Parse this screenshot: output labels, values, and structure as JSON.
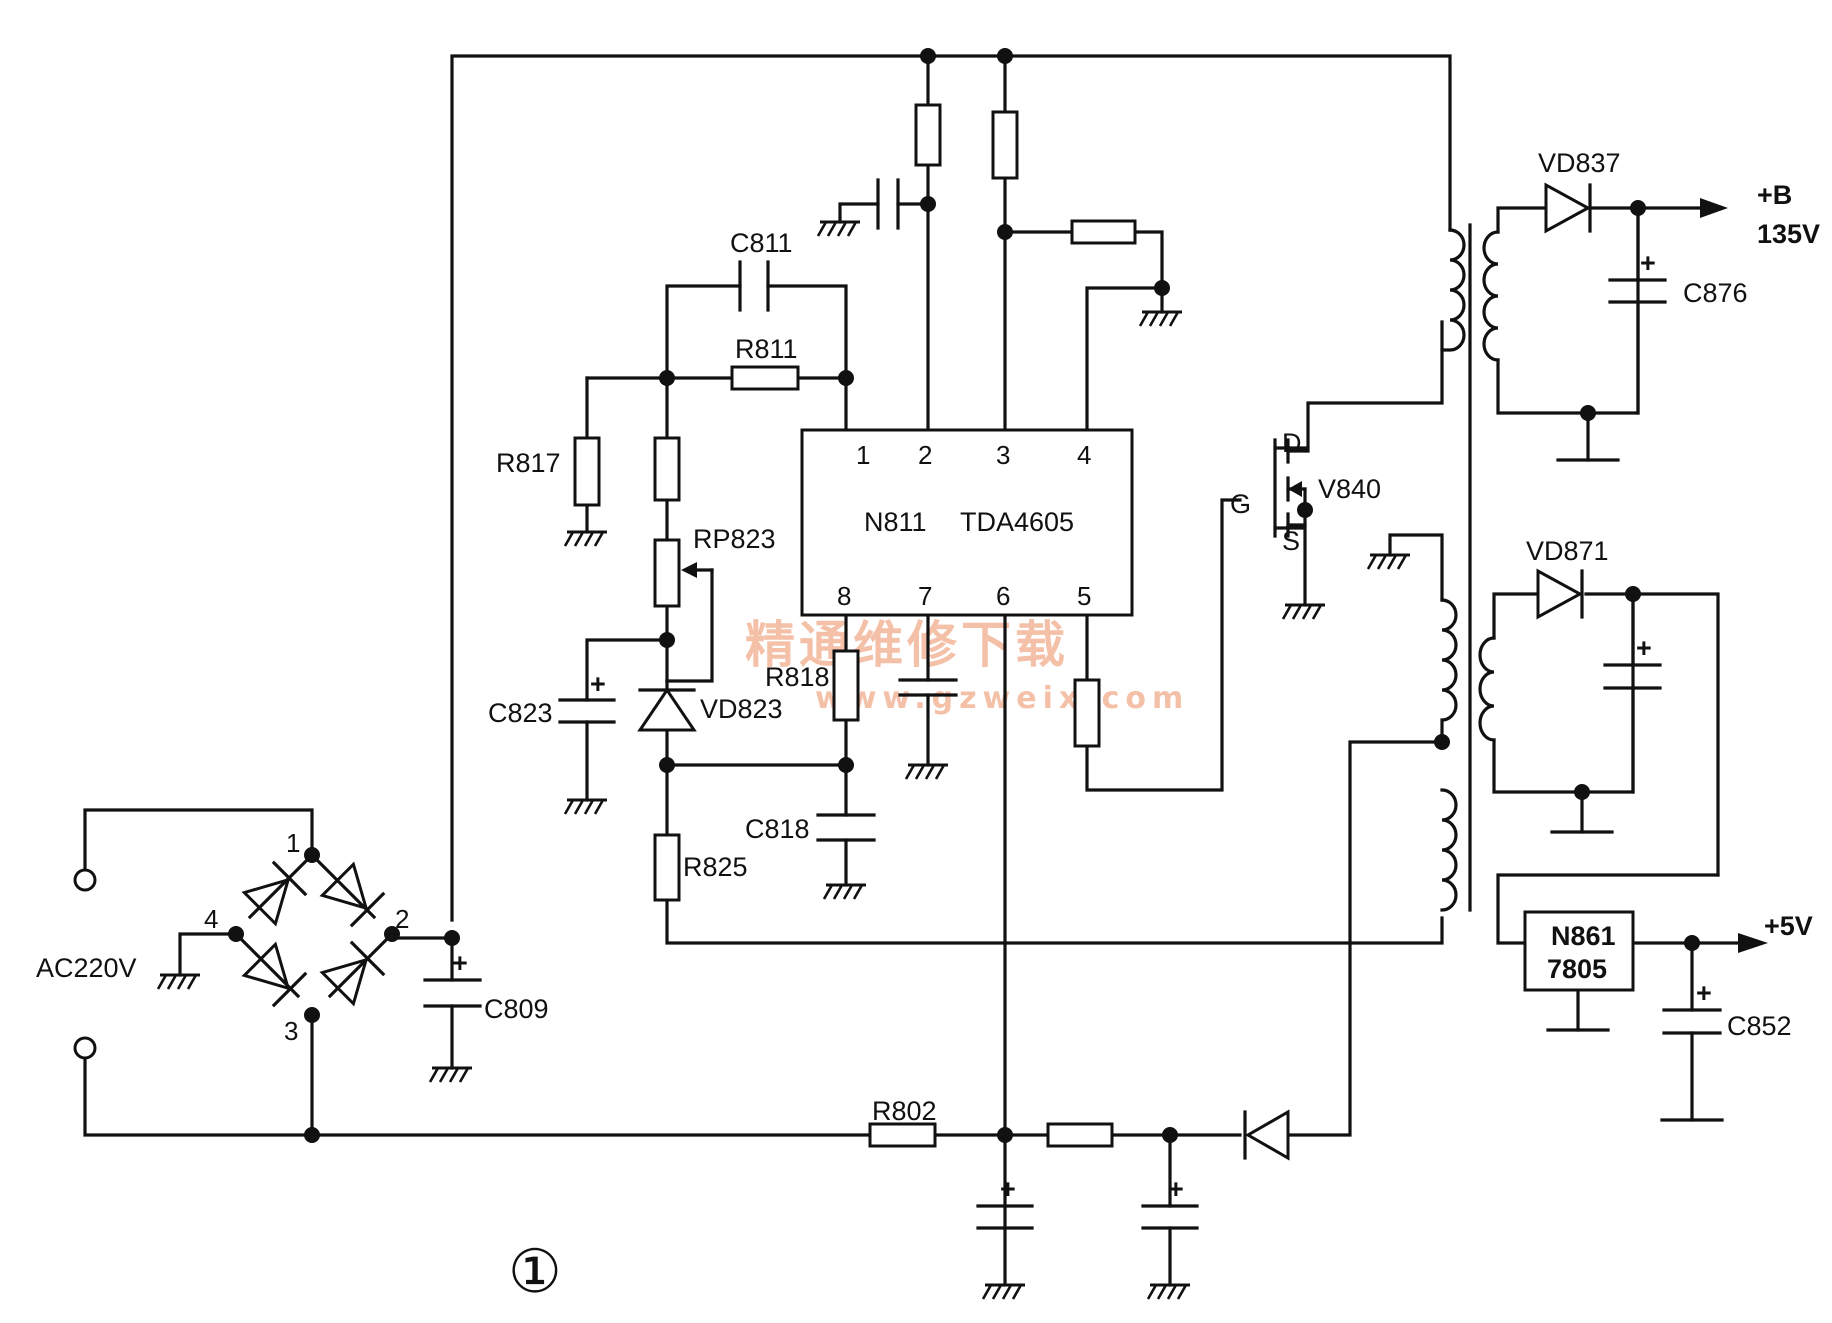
{
  "figure_number": "①",
  "watermark": {
    "line1": "精通维修下载",
    "line2": "www.gzweix.com"
  },
  "ic_main": {
    "ref": "N811",
    "part": "TDA4605",
    "pins_top": [
      "1",
      "2",
      "3",
      "4"
    ],
    "pins_bottom": [
      "8",
      "7",
      "6",
      "5"
    ]
  },
  "regulator": {
    "ref": "N861",
    "part": "7805"
  },
  "bridge_pins": [
    "1",
    "2",
    "3",
    "4"
  ],
  "labels": {
    "ac_input": "AC220V",
    "c811": "C811",
    "r811": "R811",
    "r817": "R817",
    "rp823": "RP823",
    "c823": "C823",
    "vd823": "VD823",
    "r818": "R818",
    "c818": "C818",
    "r825": "R825",
    "c809": "C809",
    "r802": "R802",
    "v840": "V840",
    "gate": "G",
    "drain": "D",
    "source": "S",
    "vd837": "VD837",
    "c876": "C876",
    "vd871": "VD871",
    "c852": "C852",
    "out_b_name": "+B",
    "out_b_volt": "135V",
    "out_5v": "+5V"
  }
}
